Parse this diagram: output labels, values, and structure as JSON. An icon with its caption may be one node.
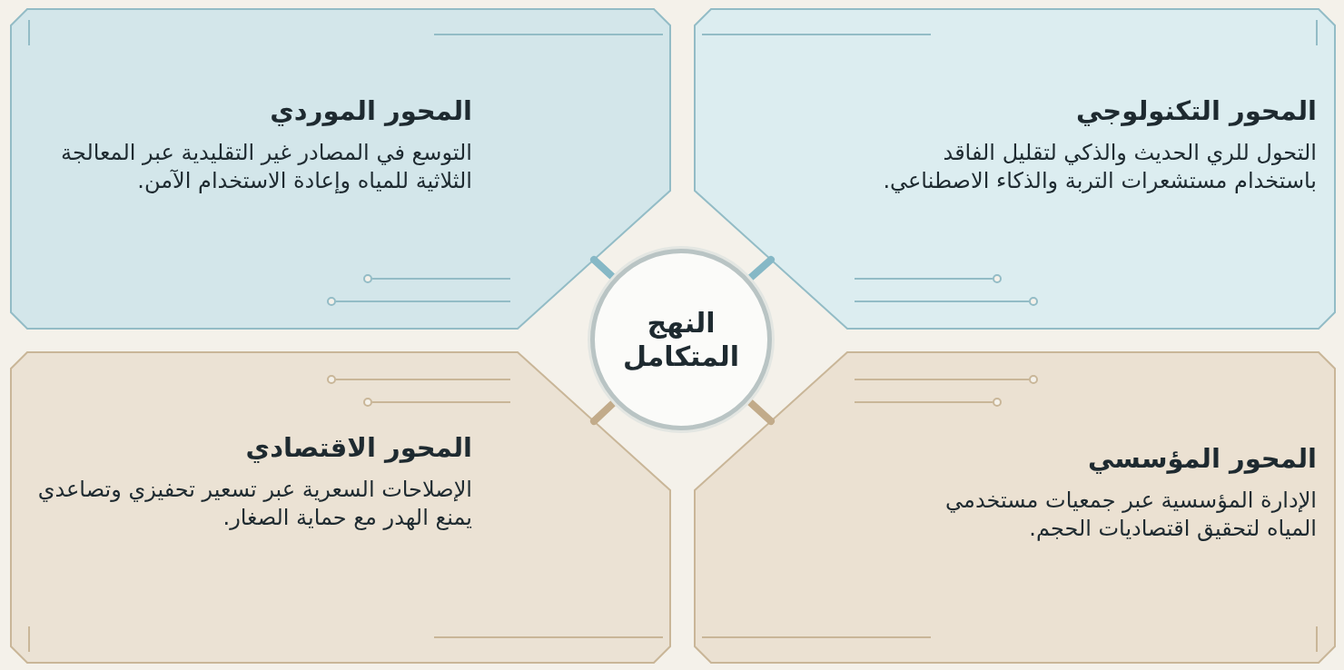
{
  "diagram": {
    "nodes": [
      {
        "text": [
          "المحور التكنولوجي",
          "التحول للري الحديث والذكي لتقليل الفاقد باستخدام مستشعرات التربة والذكاء الاصطناعي."
        ]
      },
      {
        "text": [
          "المحور الموردي",
          "التوسع في المصادر غير التقليدية عبر المعالجة الثلاثية للمياه وإعادة الاستخدام الآمن."
        ]
      },
      {
        "text": [
          "المحور المؤسسي",
          "الإدارة المؤسسية عبر جمعيات مستخدمي المياه لتحقيق اقتصاديات الحجم."
        ]
      },
      {
        "text": [
          "المحور الاقتصادي",
          "الإصلاحات السعرية عبر تسعير تحفيزي وتصاعدي يمنع الهدر مع حماية الصغار."
        ]
      },
      {
        "text": [
          "النهج المتكامل"
        ]
      }
    ],
    "edges": [
      {
        "from": 4,
        "to": 0,
        "arrow": "none"
      },
      {
        "from": 4,
        "to": 1,
        "arrow": "none"
      },
      {
        "from": 4,
        "to": 2,
        "arrow": "none",
        "color": "#c2ab8a"
      },
      {
        "from": 4,
        "to": 3,
        "arrow": "none",
        "color": "#c2ab8a"
      }
    ]
  }
}
